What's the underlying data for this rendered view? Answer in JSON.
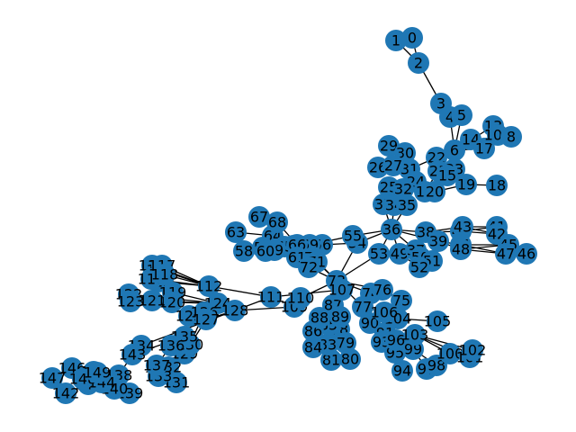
{
  "graph": {
    "node_color": "#1f77b4",
    "edge_color": "#000000",
    "background": "#ffffff",
    "nodes": [
      "0",
      "1",
      "2",
      "3",
      "4",
      "5",
      "6",
      "13",
      "14",
      "17",
      "108",
      "8",
      "22",
      "23",
      "29",
      "30",
      "31",
      "26",
      "27",
      "21",
      "15",
      "24",
      "25",
      "32",
      "16",
      "20",
      "19",
      "18",
      "33",
      "34",
      "35",
      "36",
      "38",
      "39",
      "40",
      "43",
      "41",
      "42",
      "44",
      "45",
      "46",
      "47",
      "48",
      "49",
      "37",
      "50",
      "51",
      "52",
      "53",
      "54",
      "55",
      "56",
      "69",
      "62",
      "63",
      "64",
      "65",
      "66",
      "67",
      "68",
      "57",
      "58",
      "59",
      "60",
      "61",
      "70",
      "71",
      "72",
      "73",
      "74",
      "76",
      "75",
      "77",
      "78",
      "79",
      "80",
      "81",
      "82",
      "83",
      "84",
      "85",
      "86",
      "87",
      "88",
      "89",
      "90",
      "91",
      "92",
      "93",
      "94",
      "95",
      "96",
      "97",
      "98",
      "99",
      "100",
      "101",
      "102",
      "103",
      "104",
      "105",
      "106",
      "107",
      "109",
      "110",
      "111",
      "112",
      "113",
      "114",
      "115",
      "116",
      "117",
      "118",
      "119",
      "120",
      "121",
      "122",
      "123",
      "124",
      "125",
      "126",
      "127",
      "128",
      "129",
      "130",
      "131",
      "132",
      "133",
      "134",
      "135",
      "136",
      "137",
      "138",
      "139",
      "140",
      "141",
      "142",
      "143",
      "144",
      "145",
      "146",
      "147",
      "148",
      "149"
    ]
  }
}
